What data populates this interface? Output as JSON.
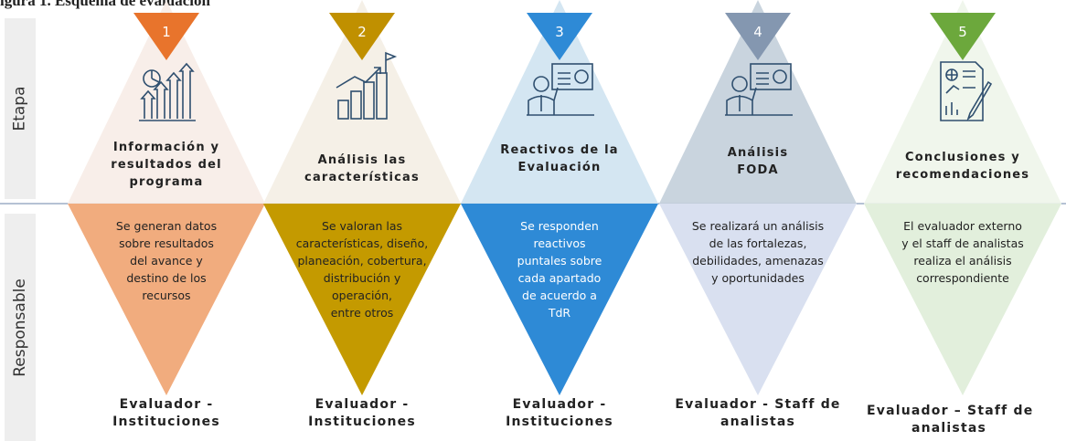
{
  "caption": "igura 1. Esquema de evaluación",
  "side_labels": {
    "top": "Etapa",
    "bottom": "Responsable"
  },
  "stages": [
    {
      "number": "1",
      "title": [
        "Información y",
        "resultados del",
        "programa"
      ],
      "description": [
        "Se generan datos",
        "sobre resultados",
        "del avance y",
        "destino de los",
        "recursos"
      ],
      "responsible": [
        "Evaluador -",
        "Instituciones"
      ],
      "icon": "bar-chart-arrows-icon",
      "colors": {
        "marker": "#e8742c",
        "top": "#f7ece7",
        "bottom": "#f1ac7e",
        "text": "#222222"
      }
    },
    {
      "number": "2",
      "title": [
        "Análisis las",
        "características"
      ],
      "description": [
        "Se valoran las",
        "características, diseño,",
        "planeación, cobertura,",
        "distribución y",
        "operación,",
        "entre otros"
      ],
      "responsible": [
        "Evaluador -",
        "Instituciones"
      ],
      "icon": "growth-chart-flag-icon",
      "colors": {
        "marker": "#c09000",
        "top": "#f4eee4",
        "bottom": "#c49a00",
        "text": "#222222"
      }
    },
    {
      "number": "3",
      "title": [
        "Reactivos de la",
        "Evaluación"
      ],
      "description": [
        "Se responden",
        "reactivos",
        "puntales sobre",
        "cada apartado",
        "de acuerdo a",
        "TdR"
      ],
      "responsible": [
        "Evaluador -",
        "Instituciones"
      ],
      "icon": "presenter-board-icon",
      "colors": {
        "marker": "#2e8ad6",
        "top": "#cfe3f1",
        "bottom": "#2e8ad6",
        "text": "#ffffff"
      }
    },
    {
      "number": "4",
      "title": [
        "Análisis",
        "FODA"
      ],
      "description": [
        "Se realizará un análisis",
        "de las fortalezas,",
        "debilidades, amenazas",
        "y oportunidades"
      ],
      "responsible": [
        "Evaluador - Staff de",
        "analistas"
      ],
      "icon": "presenter-board-icon",
      "colors": {
        "marker": "#8497b0",
        "top": "#c3cfda",
        "bottom": "#d9e0f0",
        "text": "#222222"
      }
    },
    {
      "number": "5",
      "title": [
        "Conclusiones y",
        "recomendaciones"
      ],
      "description": [
        "El evaluador externo",
        "y el staff de analistas",
        "realiza el análisis",
        "correspondiente"
      ],
      "responsible": [
        "Evaluador – Staff de",
        "analistas"
      ],
      "icon": "report-document-icon",
      "colors": {
        "marker": "#6ca83c",
        "top": "#eef5ea",
        "bottom": "#e2efdc",
        "text": "#222222"
      }
    }
  ]
}
